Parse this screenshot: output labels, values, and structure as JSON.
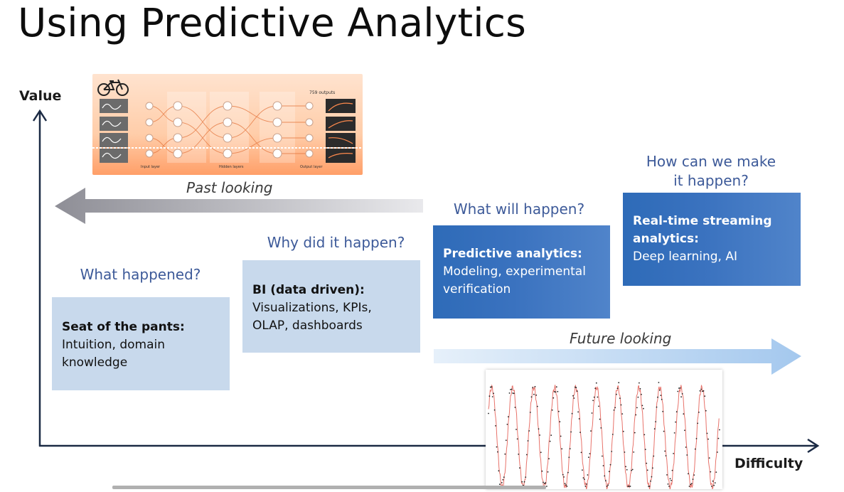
{
  "title": "Using Predictive Analytics",
  "axes": {
    "y_label": "Value",
    "x_label": "Difficulty"
  },
  "arrows": {
    "past": "Past looking",
    "future": "Future looking"
  },
  "stages": [
    {
      "question": "What happened?",
      "lead": "Seat of the pants:",
      "body": "Intuition, domain knowledge"
    },
    {
      "question": "Why did it happen?",
      "lead": "BI (data driven):",
      "body": "Visualizations, KPIs, OLAP, dashboards"
    },
    {
      "question": "What will happen?",
      "lead": "Predictive analytics:",
      "body": "Modeling, experimental verification"
    },
    {
      "question_line1": "How can we make",
      "question_line2": "it happen?",
      "lead": "Real-time streaming analytics:",
      "body": "Deep learning, AI"
    }
  ],
  "nn_figure": {
    "outputs_label": "759 outputs",
    "layer_labels": [
      "Input layer",
      "Hidden layers",
      "Output layer"
    ]
  },
  "colors": {
    "pale_box": "#c8d9ec",
    "deep_box": "#3a72bf",
    "question_text": "#3d5a99",
    "future_arrow": "#a9cbee",
    "past_arrow": "#9a9aa2"
  }
}
